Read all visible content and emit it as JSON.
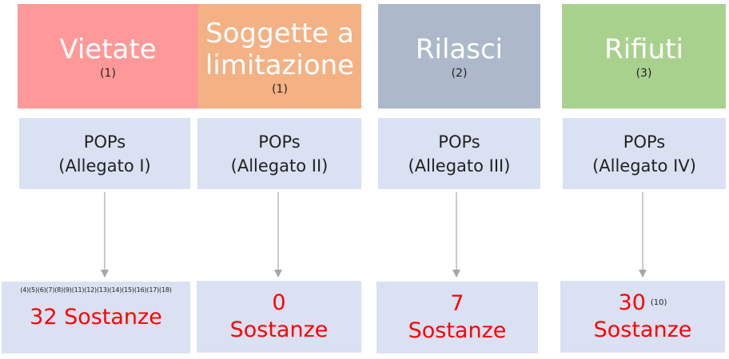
{
  "columns": [
    {
      "category": "Vietate",
      "category_note": "(1)",
      "category_color": "#ff9999",
      "pops_line1": "POPs",
      "pops_line2": "(Allegato I)",
      "result_notes": "(4)(5)(6)(7)(8)(9)(11)(12)(13)(14)(15)(16)(17)(18)",
      "result_line1": "32 Sostanze",
      "result_line2": "",
      "result_sup": ""
    },
    {
      "category": "Soggette a limitazione",
      "category_line1": "Soggette a",
      "category_line2": "limitazione",
      "category_note": "(1)",
      "category_color": "#f4b183",
      "pops_line1": "POPs",
      "pops_line2": "(Allegato II)",
      "result_notes": "",
      "result_line1": "0",
      "result_line2": "Sostanze",
      "result_sup": ""
    },
    {
      "category": "Rilasci",
      "category_note": "(2)",
      "category_color": "#adb9ca",
      "pops_line1": "POPs",
      "pops_line2": "(Allegato III)",
      "result_notes": "",
      "result_line1": "7",
      "result_line2": "Sostanze",
      "result_sup": ""
    },
    {
      "category": "Rifiuti",
      "category_note": "(3)",
      "category_color": "#a9d18e",
      "pops_line1": "POPs",
      "pops_line2": "(Allegato IV)",
      "result_notes": "",
      "result_line1": "30",
      "result_line2": "Sostanze",
      "result_sup": "(10)"
    }
  ],
  "colors": {
    "pops_fill": "#d9e1f2",
    "result_fill": "#d9e1f2",
    "result_text": "#ff0000",
    "arrow": "#a6a6a6"
  }
}
